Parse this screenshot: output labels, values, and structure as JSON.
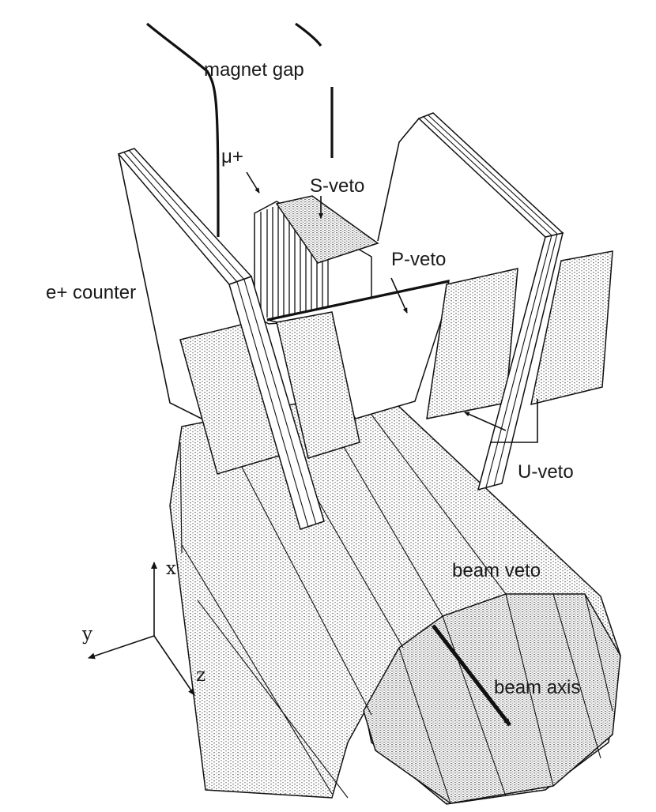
{
  "labels": {
    "magnet_gap": "magnet gap",
    "mu_plus": "μ+",
    "s_veto": "S-veto",
    "p_veto": "P-veto",
    "e_plus_counter": "e+ counter",
    "u_veto": "U-veto",
    "beam_veto": "beam veto",
    "beam_axis": "beam axis"
  },
  "axes": {
    "x": "x",
    "y": "y",
    "z": "z"
  },
  "colors": {
    "ink": "#111111",
    "hatch": "#9a9a9a",
    "background": "#ffffff"
  }
}
